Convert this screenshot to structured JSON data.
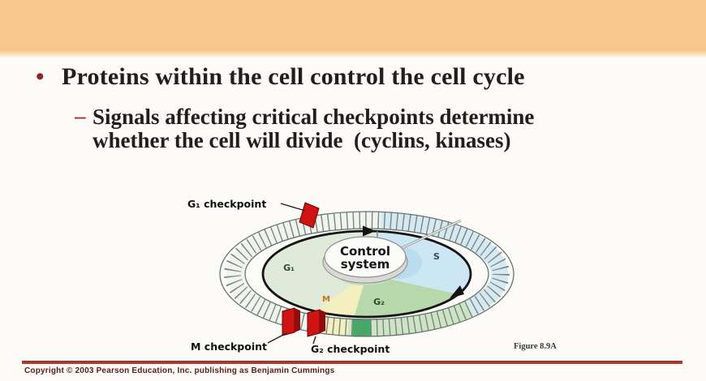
{
  "slide": {
    "bullet_marker": "•",
    "bullet_text": "Proteins within the cell control the cell cycle",
    "sub_marker": "–",
    "sub_line1": "Signals affecting critical checkpoints determine",
    "sub_line2": "whether the cell will divide  (cyclins, kinases)"
  },
  "diagram": {
    "control_line1": "Control",
    "control_line2": "system",
    "phase_g1": "G₁",
    "phase_s": "S",
    "phase_g2": "G₂",
    "phase_m": "M",
    "checkpoint_g1": "G₁ checkpoint",
    "checkpoint_m": "M checkpoint",
    "checkpoint_g2": "G₂ checkpoint",
    "figure_label": "Figure 8.9A",
    "colors": {
      "checkpoint_red": "#d01414",
      "ring_blue": "#d6e9f3",
      "ring_green": "#cfe4c6",
      "ring_pale": "#f1f4ee",
      "ring_yellow": "#f3efbf",
      "ring_highlight_green": "#3fae63",
      "phase_g1_fill": "#e0ead8",
      "phase_s_fill": "#cde6f4",
      "phase_g2_fill": "#b7d8ab",
      "phase_m_fill": "#f3efbf"
    }
  },
  "footer": {
    "copyright": "Copyright © 2003 Pearson Education, Inc. publishing as Benjamin Cummings"
  },
  "theme": {
    "band_color": "#f8c78d",
    "divider_color": "#b5382e",
    "bullet_color": "#8f2626"
  }
}
